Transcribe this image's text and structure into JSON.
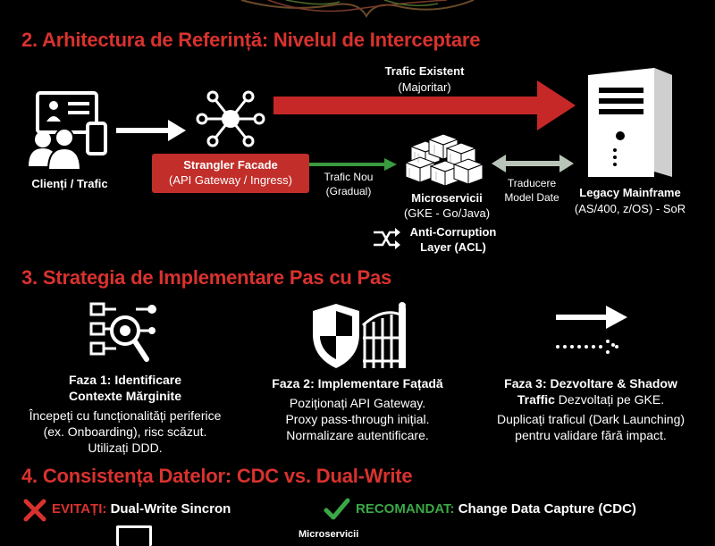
{
  "section2": {
    "title": "2. Arhitectura de Referință: Nivelul de Interceptare",
    "clients_label": "Clienți / Trafic",
    "facade": {
      "title": "Strangler Facade",
      "subtitle": "(API Gateway / Ingress)"
    },
    "existing_traffic": {
      "title": "Trafic Existent",
      "subtitle": "(Majoritar)"
    },
    "new_traffic": {
      "line1": "Trafic Nou",
      "line2": "(Gradual)"
    },
    "microservices": {
      "title": "Microservicii",
      "subtitle": "(GKE - Go/Java)"
    },
    "acl": {
      "line1": "Anti-Corruption",
      "line2": "Layer (ACL)"
    },
    "translation": {
      "line1": "Traducere",
      "line2": "Model Date"
    },
    "mainframe": {
      "title": "Legacy Mainframe",
      "subtitle": "(AS/400, z/OS) - SoR"
    }
  },
  "section3": {
    "title": "3. Strategia de Implementare Pas cu Pas",
    "phase1": {
      "title_line1": "Faza 1: Identificare",
      "title_line2": "Contexte Mărginite",
      "body_line1": "Începeți cu funcționalități periferice",
      "body_line2": "(ex. Onboarding), risc scăzut.",
      "body_line3": "Utilizați DDD."
    },
    "phase2": {
      "title": "Faza 2: Implementare Fațadă",
      "body_line1": "Poziționați API Gateway.",
      "body_line2": "Proxy pass-through inițial.",
      "body_line3": "Normalizare autentificare."
    },
    "phase3": {
      "title_line1": "Faza 3: Dezvoltare & Shadow",
      "title_line2_bold": "Traffic",
      "title_line2_rest": " Dezvoltați pe GKE.",
      "body_line1": "Duplicați traficul (Dark Launching)",
      "body_line2": "pentru validare fără impact."
    }
  },
  "section4": {
    "title": "4. Consistența Datelor: CDC vs. Dual-Write",
    "avoid": {
      "label": "EVITAȚI:",
      "text": "Dual-Write Sincron"
    },
    "recommend": {
      "label": "RECOMANDAT:",
      "text": "Change Data Capture (CDC)"
    },
    "bottom_partial": "Microservicii"
  },
  "colors": {
    "accent_red": "#d9322e",
    "facade_red": "#c22e2a",
    "arrow_red": "#c62828",
    "green": "#3a9a3f",
    "check_green": "#3aa845"
  }
}
